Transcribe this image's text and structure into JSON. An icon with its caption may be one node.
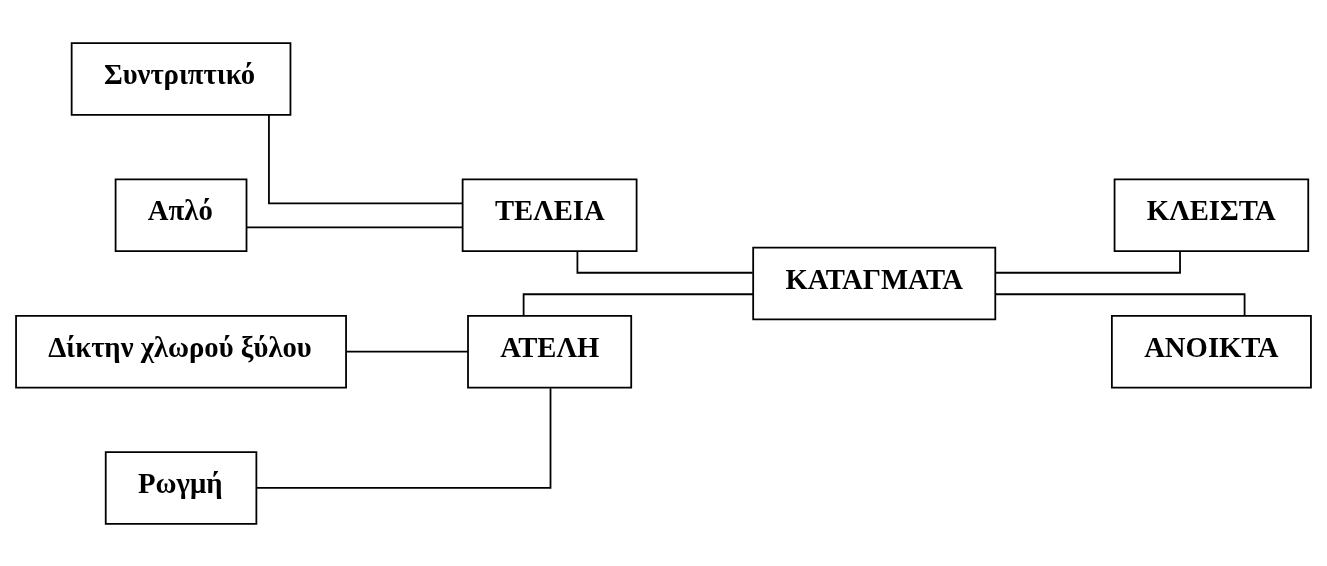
{
  "diagram": {
    "nodes": [
      {
        "text": [
          "Συντριπτικό"
        ]
      },
      {
        "text": [
          "ΤΕΛΕΙΑ"
        ]
      },
      {
        "text": [
          "Απλό"
        ]
      },
      {
        "text": [
          "ΚΑΤΑΓΜΑΤΑ"
        ]
      },
      {
        "text": [
          "ΚΛΕΙΣΤΑ"
        ]
      },
      {
        "text": [
          "ΑΝΟΙΚΤΑ"
        ]
      },
      {
        "text": [
          "Δίκτην χλωρού ξύλου"
        ]
      },
      {
        "text": [
          "ΑΤΕΛΗ"
        ]
      },
      {
        "text": [
          "Ρωγμή"
        ]
      }
    ],
    "edges": [
      {
        "from": 0,
        "to": 1,
        "arrow": "none"
      },
      {
        "from": 2,
        "to": 1,
        "arrow": "none"
      },
      {
        "from": 1,
        "to": 3,
        "arrow": "none"
      },
      {
        "from": 3,
        "to": 4,
        "arrow": "none"
      },
      {
        "from": 3,
        "to": 5,
        "arrow": "none"
      },
      {
        "from": 7,
        "to": 3,
        "arrow": "none"
      },
      {
        "from": 6,
        "to": 7,
        "arrow": "none"
      },
      {
        "from": 8,
        "to": 7,
        "arrow": "none"
      }
    ]
  }
}
